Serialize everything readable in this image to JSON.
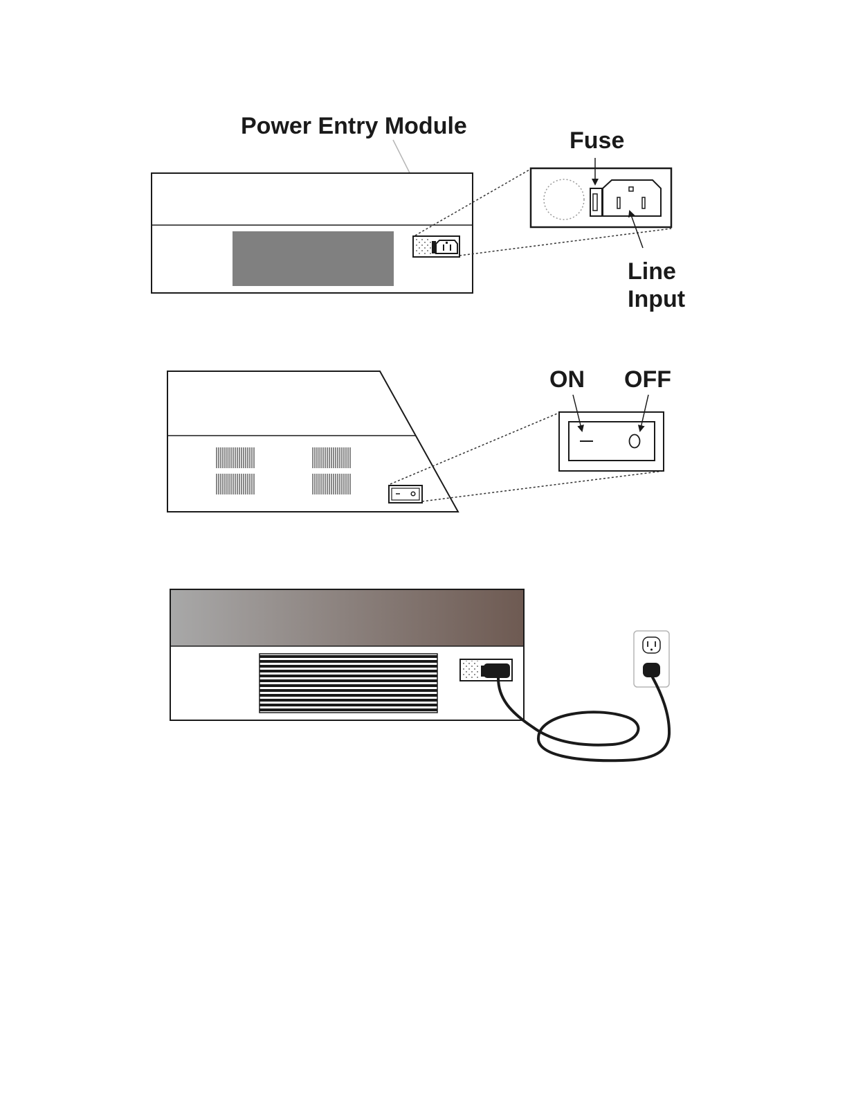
{
  "labels": {
    "power_entry_module": "Power Entry Module",
    "fuse": "Fuse",
    "line": "Line",
    "input": "Input",
    "on": "ON",
    "off": "OFF"
  },
  "colors": {
    "ink": "#1a1a1a",
    "panel_gray": "#808080",
    "gradient_start": "#a8a8a8",
    "gradient_end": "#6e5a52"
  }
}
